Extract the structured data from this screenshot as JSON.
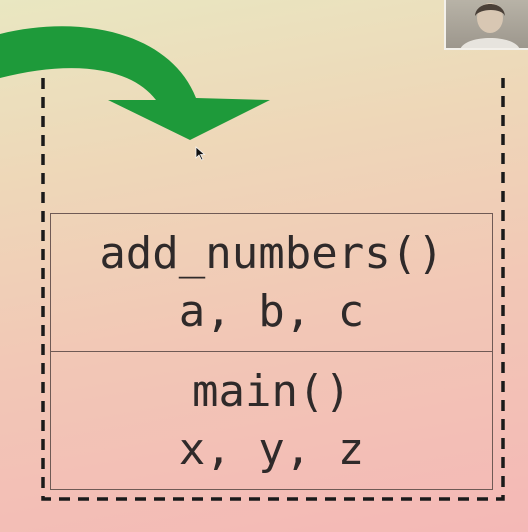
{
  "stack": {
    "frames": [
      {
        "name": "add_numbers()",
        "vars": "a, b, c"
      },
      {
        "name": "main()",
        "vars": "x, y, z"
      }
    ]
  },
  "colors": {
    "arrow": "#1e9a3a",
    "border": "#6f5a55",
    "text": "#2f2a2a",
    "dashed": "#1a1a1a"
  },
  "icons": {
    "push_arrow": "curved-arrow-down-icon",
    "cursor": "mouse-pointer-icon",
    "webcam": "presenter-webcam"
  }
}
